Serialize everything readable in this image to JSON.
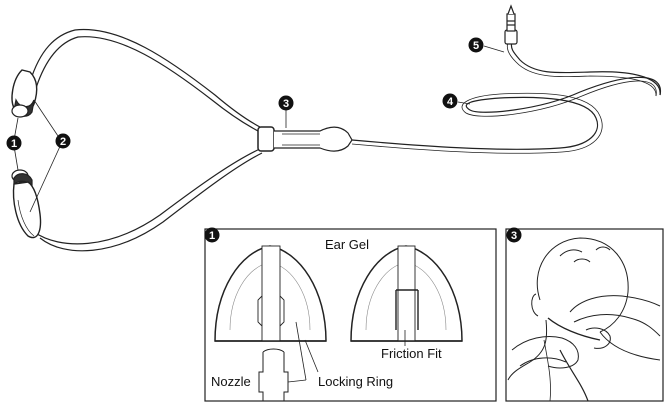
{
  "callouts": {
    "c1": "1",
    "c2": "2",
    "c3": "3",
    "c4": "4",
    "c5": "5"
  },
  "detail_ear": {
    "badge": "1",
    "ear_gel_label": "Ear Gel",
    "friction_fit_label": "Friction Fit",
    "nozzle_label": "Nozzle",
    "locking_ring_label": "Locking Ring"
  },
  "detail_head": {
    "badge": "3"
  }
}
